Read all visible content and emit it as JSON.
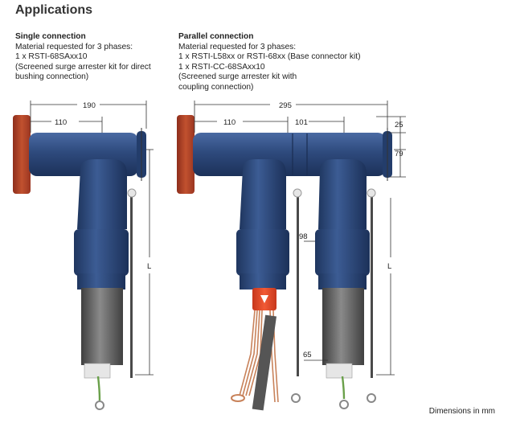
{
  "page": {
    "title": "Applications",
    "footer": "Dimensions in mm"
  },
  "single": {
    "heading": "Single connection",
    "lines": [
      "Material requested for 3 phases:",
      "1 x RSTI-68SAxx10",
      "(Screened surge arrester kit for direct",
      "bushing connection)"
    ]
  },
  "parallel": {
    "heading": "Parallel connection",
    "lines": [
      "Material requested for 3 phases:",
      "1 x RSTI-L58xx or RSTI-68xx (Base connector kit)",
      "1 x RSTI-CC-68SAxx10",
      "(Screened surge arrester kit with",
      "coupling connection)"
    ]
  },
  "dimensions": {
    "single_190": "190",
    "single_110": "110",
    "single_L": "L",
    "par_295": "295",
    "par_110": "110",
    "par_101": "101",
    "par_25": "25",
    "par_79": "79",
    "par_98": "98",
    "par_65": "65",
    "par_L": "L"
  },
  "colors": {
    "connector_blue": "#2e4a7d",
    "bushing_red": "#b5432a",
    "cable_grey": "#6b6b6b",
    "copper": "#c8825a"
  }
}
